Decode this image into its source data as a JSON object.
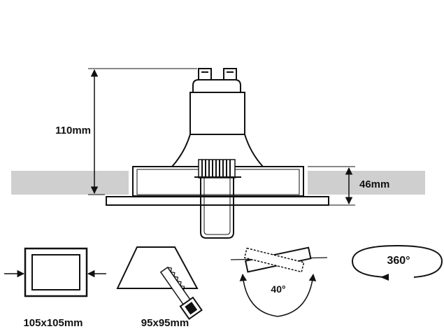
{
  "colors": {
    "ceiling": "#cfcfcf",
    "ink": "#111111",
    "paper": "#ffffff"
  },
  "dimensions": {
    "height_total": "110mm",
    "height_recessed": "46mm"
  },
  "icons": {
    "square_cutout": {
      "name": "square-cutout-icon",
      "label": "105x105mm"
    },
    "saw_cutout": {
      "name": "saw-cutout-icon",
      "label": "95x95mm"
    },
    "tilt": {
      "name": "tilt-angle-icon",
      "label": "40°"
    },
    "rotate": {
      "name": "rotation-360-icon",
      "label": "360°"
    }
  }
}
